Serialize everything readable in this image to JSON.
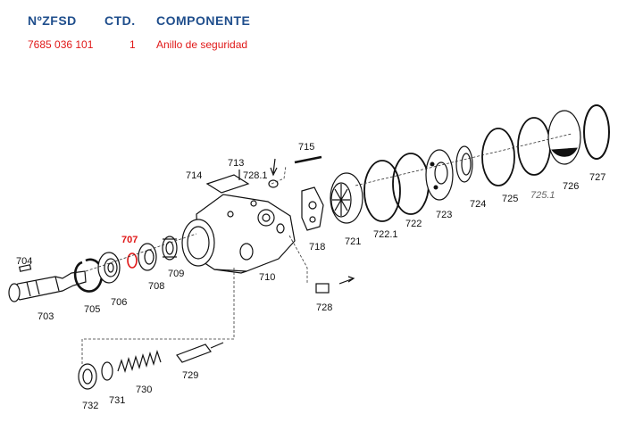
{
  "header": {
    "col_part_number": "NºZFSD",
    "col_qty": "CTD.",
    "col_component": "COMPONENTE"
  },
  "selected_part": {
    "part_number": "7685 036 101",
    "qty": "1",
    "component": "Anillo de seguridad",
    "callout": "707"
  },
  "callouts": {
    "c703": "703",
    "c704": "704",
    "c705": "705",
    "c706": "706",
    "c707": "707",
    "c708": "708",
    "c709": "709",
    "c710": "710",
    "c713": "713",
    "c714": "714",
    "c715": "715",
    "c718": "718",
    "c721": "721",
    "c722": "722",
    "c7221": "722.1",
    "c723": "723",
    "c724": "724",
    "c725": "725",
    "c7251": "725.1",
    "c726": "726",
    "c727": "727",
    "c728": "728",
    "c7281": "728.1",
    "c729": "729",
    "c730": "730",
    "c731": "731",
    "c732": "732"
  },
  "colors": {
    "header_blue": "#1f4e8c",
    "highlight_red": "#e01818",
    "line": "#111111"
  }
}
